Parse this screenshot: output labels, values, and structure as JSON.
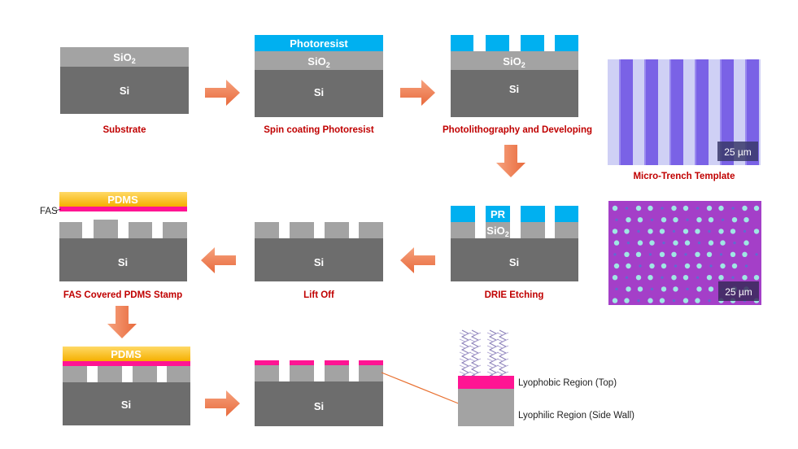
{
  "materials": {
    "si": "Si",
    "sio2_base": "SiO",
    "sio2_sub": "2",
    "photoresist": "Photoresist",
    "pr": "PR",
    "pdms": "PDMS",
    "fas": "FAS"
  },
  "steps": {
    "substrate": "Substrate",
    "spin_coating": "Spin coating Photoresist",
    "photolithography": "Photolithography and Developing",
    "drie": "DRIE Etching",
    "lift_off": "Lift Off",
    "stamp": "FAS Covered PDMS Stamp"
  },
  "micrographs": {
    "trench_caption": "Micro-Trench Template",
    "trench_scale": "25 µm",
    "droplet_scale": "25 µm"
  },
  "regions": {
    "lyophobic": "Lyophobic Region (Top)",
    "lyophilic": "Lyophilic Region (Side Wall)"
  },
  "colors": {
    "si": "#6d6d6d",
    "sio2": "#a3a3a3",
    "photoresist": "#00b0f0",
    "pdms": "#ffc000",
    "fas": "#ff1493",
    "caption": "#c00000",
    "arrow": "#f08050",
    "trench_light": "#c8c8f4",
    "trench_dark": "#7a62e6",
    "droplet_bg": "#a43fc8"
  }
}
